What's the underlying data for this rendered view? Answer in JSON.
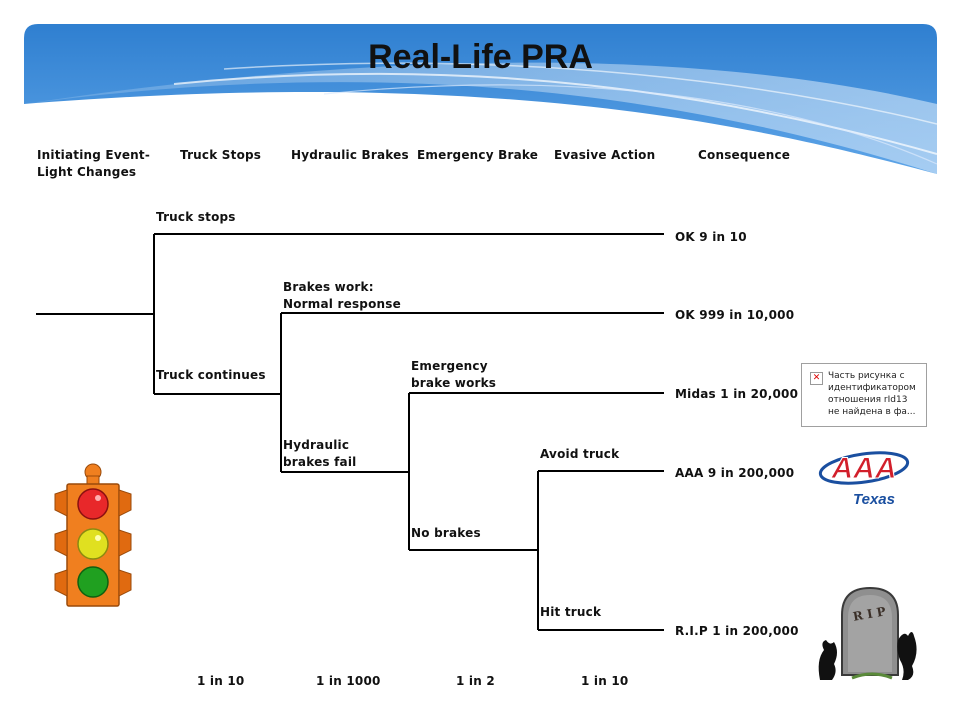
{
  "slide": {
    "title": "Real-Life PRA",
    "headers": [
      "Initiating Event-\nLight Changes",
      "Truck Stops",
      "Hydraulic Brakes",
      "Emergency Brake",
      "Evasive Action",
      "Consequence"
    ],
    "branches": [
      "Truck stops",
      "Truck continues",
      "Brakes work:\nNormal response",
      "Hydraulic\nbrakes fail",
      "Emergency\nbrake works",
      "No brakes",
      "Avoid truck",
      "Hit truck"
    ],
    "consequences": [
      "OK  9 in 10",
      "OK  999 in 10,000",
      "Midas  1 in 20,000",
      "AAA  9 in 200,000",
      "R.I.P   1 in 200,000"
    ],
    "probabilities": [
      "1 in 10",
      "1 in 1000",
      "1 in 2",
      "1 in 10"
    ],
    "image_error": {
      "icon": "broken-image-icon",
      "text": "Часть рисунка с\nидентификатором\nотношения rId13\nне найдена в фа..."
    },
    "logo": {
      "letters": "AAA",
      "word": "Texas"
    },
    "tombstone": {
      "text": "R I P"
    }
  }
}
